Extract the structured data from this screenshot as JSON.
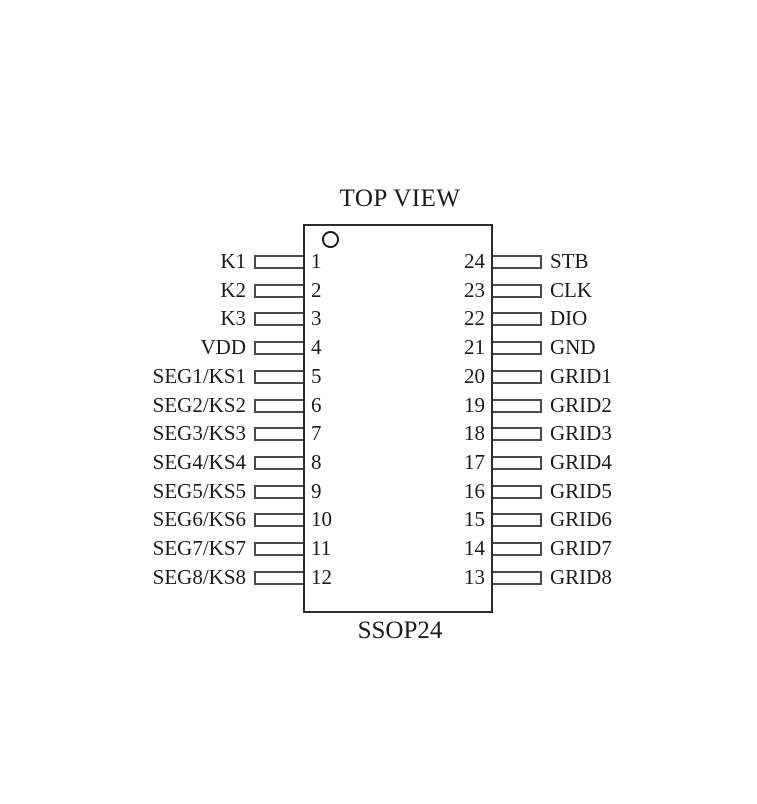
{
  "diagram": {
    "title": "TOP VIEW",
    "package_name": "SSOP24",
    "pin1_indicator": "pin1-circle-icon",
    "colors": {
      "background": "#ffffff",
      "body_outline": "#2b2b2b",
      "lead_outline": "#4a4a4a",
      "text": "#1a1a1a"
    },
    "left_pins": [
      {
        "number": "1",
        "label": "K1"
      },
      {
        "number": "2",
        "label": "K2"
      },
      {
        "number": "3",
        "label": "K3"
      },
      {
        "number": "4",
        "label": "VDD"
      },
      {
        "number": "5",
        "label": "SEG1/KS1"
      },
      {
        "number": "6",
        "label": "SEG2/KS2"
      },
      {
        "number": "7",
        "label": "SEG3/KS3"
      },
      {
        "number": "8",
        "label": "SEG4/KS4"
      },
      {
        "number": "9",
        "label": "SEG5/KS5"
      },
      {
        "number": "10",
        "label": "SEG6/KS6"
      },
      {
        "number": "11",
        "label": "SEG7/KS7"
      },
      {
        "number": "12",
        "label": "SEG8/KS8"
      }
    ],
    "right_pins": [
      {
        "number": "24",
        "label": "STB"
      },
      {
        "number": "23",
        "label": "CLK"
      },
      {
        "number": "22",
        "label": "DIO"
      },
      {
        "number": "21",
        "label": "GND"
      },
      {
        "number": "20",
        "label": "GRID1"
      },
      {
        "number": "19",
        "label": "GRID2"
      },
      {
        "number": "18",
        "label": "GRID3"
      },
      {
        "number": "17",
        "label": "GRID4"
      },
      {
        "number": "16",
        "label": "GRID5"
      },
      {
        "number": "15",
        "label": "GRID6"
      },
      {
        "number": "14",
        "label": "GRID7"
      },
      {
        "number": "13",
        "label": "GRID8"
      }
    ]
  }
}
